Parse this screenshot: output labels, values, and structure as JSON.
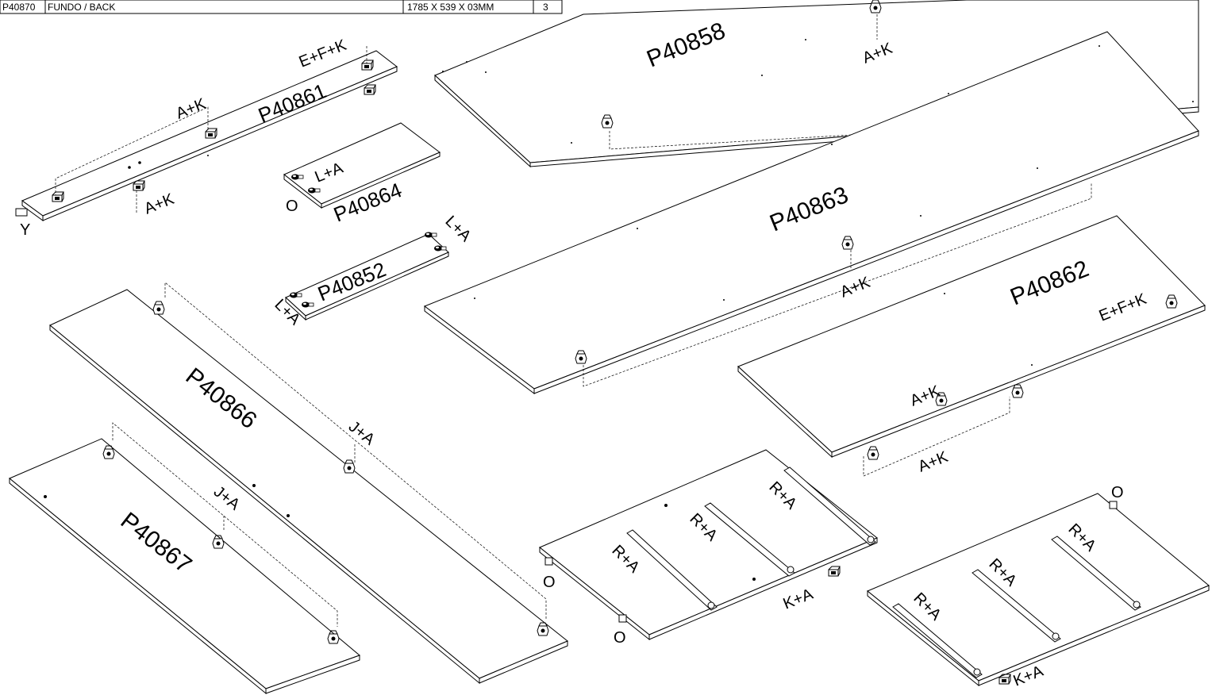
{
  "header_row": {
    "code": "P40870",
    "description": "FUNDO  / BACK",
    "dimensions": "1785 X 539 X 03MM",
    "quantity": "3"
  },
  "panels": {
    "p40861": "P40861",
    "p40864": "P40864",
    "p40852": "P40852",
    "p40858": "P40858",
    "p40863": "P40863",
    "p40862": "P40862",
    "p40866": "P40866",
    "p40867": "P40867"
  },
  "labels": {
    "efk_a": "E+F+K",
    "ak_a1": "A+K",
    "ak_a2": "A+K",
    "y_a": "Y",
    "la_b1": "L+A",
    "o_b": "O",
    "la_c1": "L+A",
    "la_c2": "L+A",
    "ak_d": "A+K",
    "ak_e": "A+K",
    "efk_f": "E+F+K",
    "ak_f1": "A+K",
    "ak_f2": "A+K",
    "ja_g": "J+A",
    "ja_h": "J+A",
    "ra_i1": "R+A",
    "ra_i2": "R+A",
    "ra_i3": "R+A",
    "ka_i": "K+A",
    "o_i1": "O",
    "o_i2": "O",
    "ra_j1": "R+A",
    "ra_j2": "R+A",
    "ra_j3": "R+A",
    "ka_j": "K+A",
    "o_j": "O"
  }
}
